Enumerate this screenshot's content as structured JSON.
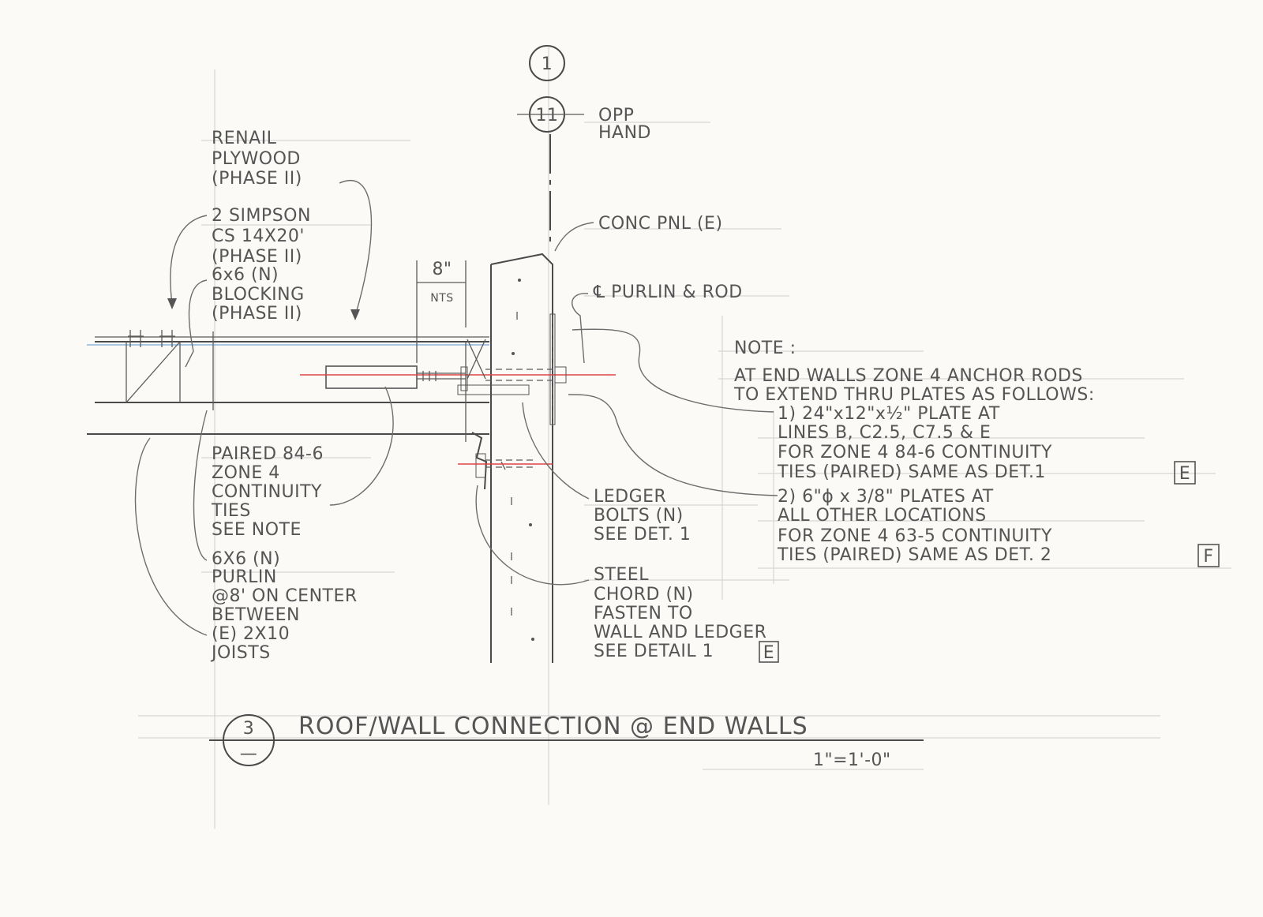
{
  "grid_marks": {
    "top": "1",
    "bottom": "11",
    "opp_hand": [
      "OPP",
      "HAND"
    ]
  },
  "labels": {
    "renail": [
      "RENAIL",
      "PLYWOOD",
      "(PHASE II)"
    ],
    "simpson": [
      "2 SIMPSON",
      "CS 14X20'",
      "(PHASE II)"
    ],
    "blocking": [
      "6x6 (N)",
      "BLOCKING",
      "(PHASE II)"
    ],
    "dimension": [
      "8\"",
      "NTS"
    ],
    "conc_pnl": "CONC PNL (E)",
    "purlin_rod": "℄ PURLIN & ROD",
    "paired_ties": [
      "PAIRED 84-6",
      "ZONE 4",
      "CONTINUITY",
      "TIES",
      "SEE NOTE"
    ],
    "purlin": [
      "6X6 (N)",
      "PURLIN",
      "@8' ON CENTER",
      "BETWEEN",
      "(E) 2X10",
      "JOISTS"
    ],
    "ledger": [
      "LEDGER",
      "BOLTS (N)",
      "SEE DET. 1"
    ],
    "steel_chord": [
      "STEEL",
      "CHORD (N)",
      "FASTEN TO",
      "WALL AND LEDGER",
      "SEE DETAIL 1"
    ],
    "steel_chord_ref": "E"
  },
  "note": {
    "title": "NOTE :",
    "lines": [
      "AT END WALLS  ZONE 4 ANCHOR RODS",
      "TO EXTEND THRU PLATES AS FOLLOWS:",
      "1) 24\"x12\"x½\" PLATE AT",
      "LINES B, C2.5, C7.5 & E",
      "FOR ZONE 4  84-6 CONTINUITY",
      "TIES (PAIRED) SAME AS DET.1",
      "2) 6\"ϕ x 3/8\" PLATES AT",
      "ALL OTHER LOCATIONS",
      "FOR ZONE 4  63-5 CONTINUITY",
      "TIES (PAIRED) SAME AS DET. 2"
    ],
    "ref1": "E",
    "ref2": "F"
  },
  "title_block": {
    "number": "3",
    "sheet": "—",
    "title": "ROOF/WALL CONNECTION @ END WALLS",
    "scale": "1\"=1'-0\""
  }
}
